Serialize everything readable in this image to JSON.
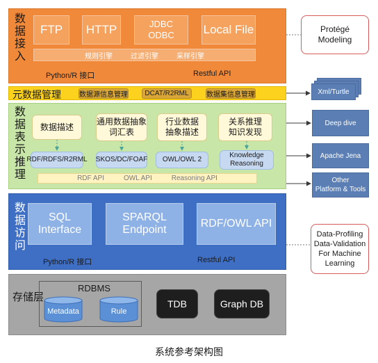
{
  "ingestion": {
    "title": "数据接入",
    "tiles": [
      "FTP",
      "HTTP",
      "JDBC\nODBC",
      "Local File"
    ],
    "engines": [
      "规则引擎",
      "过滤引擎",
      "采样引擎"
    ],
    "left_label": "Python/R 接口",
    "right_label": "Restful API"
  },
  "metadata": {
    "title": "元数据管理",
    "items": [
      "数据源信息管理",
      "DCAT/R2RML",
      "数据集信息管理"
    ]
  },
  "representation": {
    "title": "数据表示推理",
    "upper": [
      "数据描述",
      "通用数据抽象\n词汇表",
      "行业数据\n抽象描述",
      "关系推理\n知识发现"
    ],
    "lower": [
      "RDF/RDFS/R2RML",
      "SKOS/DC/FOAF",
      "OWL/OWL 2",
      "Knowledge\nReasoning"
    ],
    "apis": [
      "RDF API",
      "OWL API",
      "Reasoning API"
    ]
  },
  "access": {
    "title": "数据访问",
    "tiles": [
      "SQL Interface",
      "SPARQL Endpoint",
      "RDF/OWL API"
    ],
    "left_label": "Python/R 接口",
    "right_label": "Restful API"
  },
  "storage": {
    "title": "存储层",
    "rdbms_title": "RDBMS",
    "cylinders": [
      "Metadata",
      "Rule"
    ],
    "stores": [
      "TDB",
      "Graph DB"
    ]
  },
  "right_column": {
    "protege": "Protégé\nModeling",
    "xml_turtle": "Xml/Turtle",
    "tools": [
      "Deep dive",
      "Apache Jena",
      "Other\nPlatform & Tools"
    ],
    "profiling": "Data-Profiling\nData-Validation\nFor Machine\nLearning"
  },
  "caption": "系统参考架构图",
  "colors": {
    "ingestion": "#f08a3a",
    "metadata": "#fdd21e",
    "representation": "#c8e6a7",
    "access": "#3f6fc5",
    "storage": "#a6a6a6",
    "right_tiles": "#5b7fb5",
    "card_border": "#d85a5a"
  }
}
